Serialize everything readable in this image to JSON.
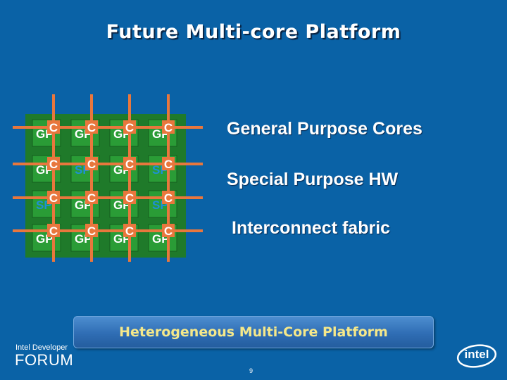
{
  "slide": {
    "title": "Future Multi-core Platform",
    "banner": "Heterogeneous Multi-Core Platform",
    "page_number": "9"
  },
  "legend": {
    "general": "General Purpose Cores",
    "special": "Special Purpose HW",
    "interconnect": "Interconnect fabric"
  },
  "chip": {
    "rows": [
      [
        "GP",
        "GP",
        "GP",
        "GP"
      ],
      [
        "GP",
        "SP",
        "GP",
        "SP"
      ],
      [
        "SP",
        "GP",
        "GP",
        "SP"
      ],
      [
        "GP",
        "GP",
        "GP",
        "GP"
      ]
    ],
    "node_label": "C"
  },
  "footer": {
    "brand_top": "Intel Developer",
    "brand_main": "FORUM",
    "logo_text": "intel"
  },
  "colors": {
    "background": "#0a62a6",
    "chip_base": "#1f7a2a",
    "core": "#2a9c36",
    "gp_text": "#ffffff",
    "sp_text": "#1e90d6",
    "fabric": "#e8773d",
    "banner_text": "#f5e88a"
  }
}
